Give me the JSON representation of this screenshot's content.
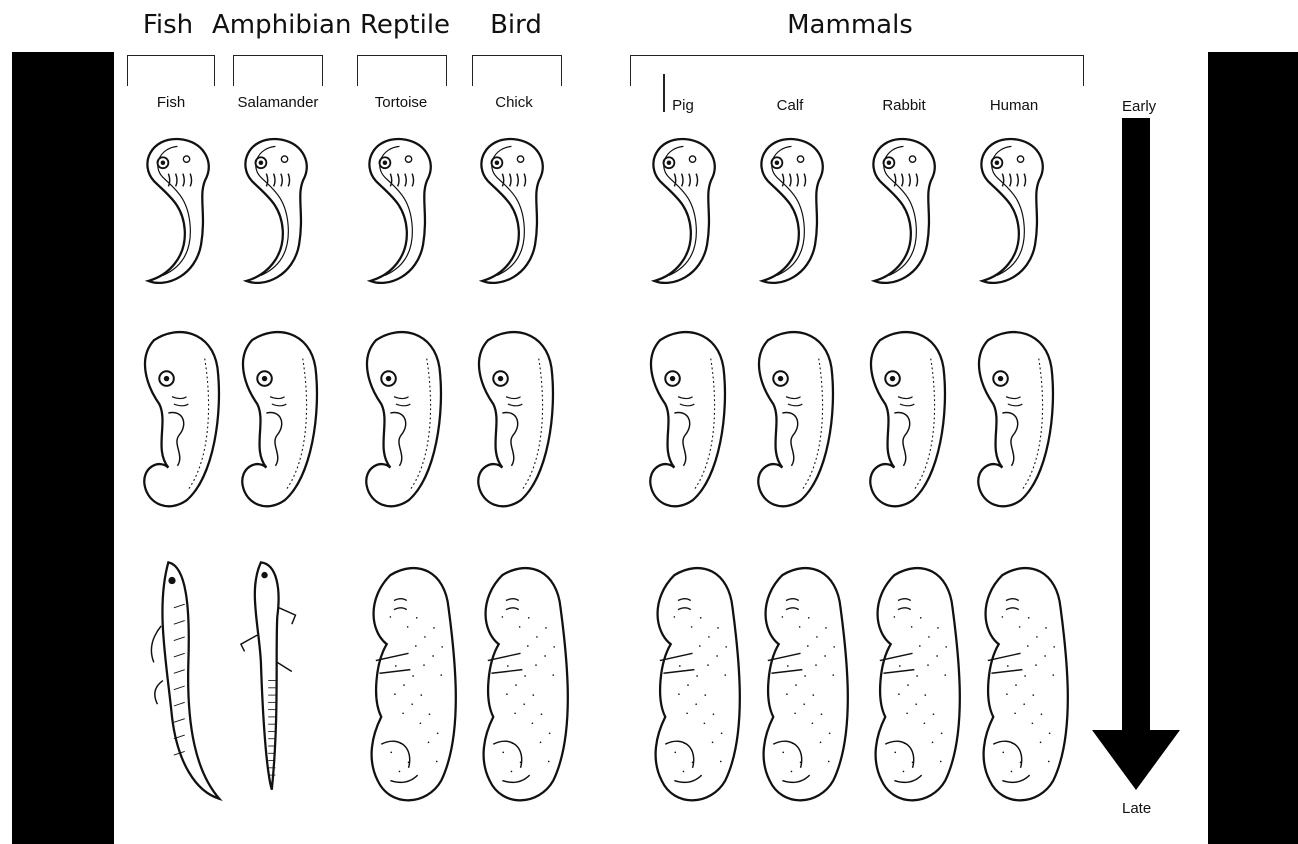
{
  "groups": {
    "fish": "Fish",
    "amphibian": "Amphibian",
    "reptile": "Reptile",
    "bird": "Bird",
    "mammals": "Mammals"
  },
  "species": {
    "fish": "Fish",
    "salamander": "Salamander",
    "tortoise": "Tortoise",
    "chick": "Chick",
    "pig": "Pig",
    "calf": "Calf",
    "rabbit": "Rabbit",
    "human": "Human"
  },
  "timeline": {
    "start": "Early",
    "end": "Late"
  },
  "colors": {
    "ink": "#111111",
    "frame": "#000000",
    "background": "#ffffff"
  }
}
